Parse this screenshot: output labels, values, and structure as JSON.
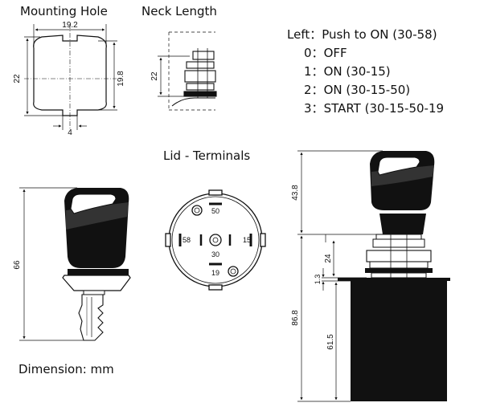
{
  "headings": {
    "mounting_hole": "Mounting Hole",
    "neck_length": "Neck Length",
    "lid_terminals": "Lid - Terminals",
    "dimension": "Dimension: mm"
  },
  "positions": [
    {
      "key": "Left",
      "sep": "：",
      "text": "Push to ON (30-58)"
    },
    {
      "key": "0",
      "sep": "：",
      "text": "OFF"
    },
    {
      "key": "1",
      "sep": "：",
      "text": "ON (30-15)"
    },
    {
      "key": "2",
      "sep": "：",
      "text": "ON (30-15-50)"
    },
    {
      "key": "3",
      "sep": "：",
      "text": "START (30-15-50-19"
    }
  ],
  "dims": {
    "hole_width": "19.2",
    "hole_height": "22",
    "hole_flat": "19.8",
    "hole_notch": "4",
    "neck_length": "22",
    "key_length": "66",
    "top_height": "43.8",
    "total_height": "86.8",
    "neck": "24",
    "gap": "1.3",
    "body_height": "61.5"
  },
  "terminals": {
    "t50": "50",
    "t58": "58",
    "t15": "15",
    "t30": "30",
    "t19": "19"
  }
}
